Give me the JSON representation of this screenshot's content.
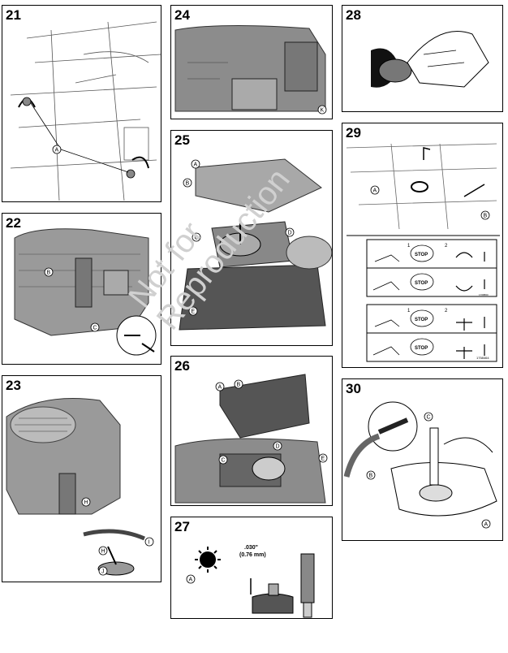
{
  "panels": {
    "p21": {
      "number": "21",
      "labels": [
        "A"
      ]
    },
    "p22": {
      "number": "22",
      "labels": [
        "B",
        "C"
      ]
    },
    "p23": {
      "number": "23",
      "labels": [
        "H",
        "H",
        "I",
        "J"
      ]
    },
    "p24": {
      "number": "24",
      "labels": [
        "K"
      ]
    },
    "p25": {
      "number": "25",
      "labels": [
        "A",
        "B",
        "C",
        "D",
        "E"
      ]
    },
    "p26": {
      "number": "26",
      "labels": [
        "A",
        "B",
        "C",
        "D",
        "E"
      ]
    },
    "p27": {
      "number": "27",
      "labels": [
        "A"
      ],
      "gap_in": ".030\"",
      "gap_mm": "(0.76 mm)"
    },
    "p28": {
      "number": "28"
    },
    "p29": {
      "number": "29",
      "labels": [
        "A",
        "B"
      ],
      "stop_label": "STOP",
      "step1": "1",
      "step2": "2",
      "code1": "1708860",
      "code2": "1758464"
    },
    "p30": {
      "number": "30",
      "labels": [
        "A",
        "B",
        "C"
      ]
    }
  },
  "watermark": {
    "line1": "Not for",
    "line2": "Reproduction"
  }
}
